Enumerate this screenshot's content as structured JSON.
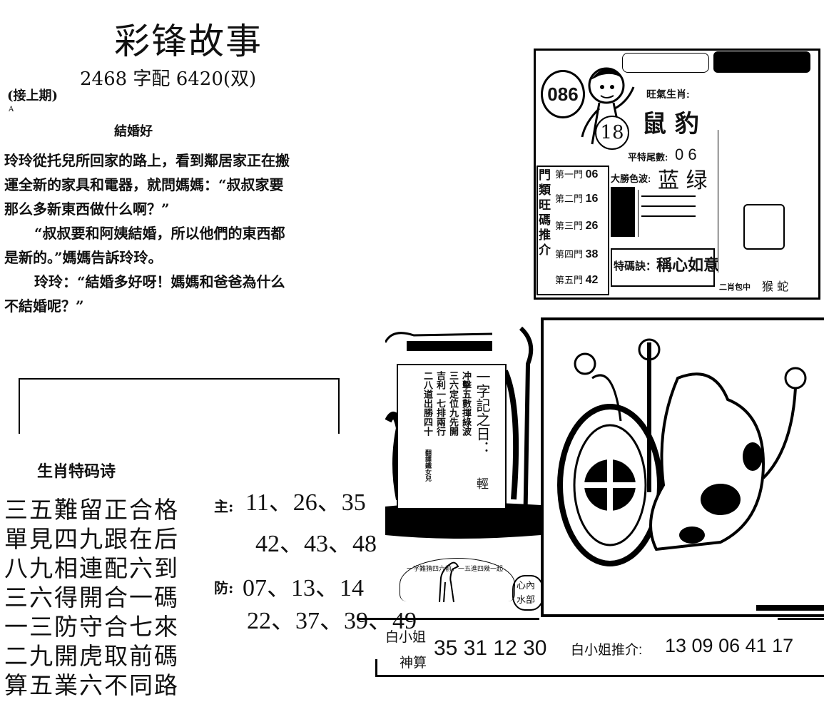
{
  "title": "彩锋故事",
  "subtitle": "2468 字配 6420(双)",
  "continued": "(接上期)",
  "small_mark": "A",
  "story": {
    "heading": "結婚好",
    "paragraphs": [
      "玲玲從托兒所回家的路上，看到鄰居家正在搬運全新的家具和電器，就問媽媽：“叔叔家要那么多新東西做什么啊？”",
      "“叔叔要和阿姨結婚，所以他們的東西都是新的。”媽媽告訴玲玲。",
      "玲玲：“結婚多好呀！媽媽和爸爸為什么不結婚呢？”"
    ]
  },
  "poem": {
    "heading": "生肖特码诗",
    "lines": [
      "三五難留正合格",
      "單見四九跟在后",
      "八九相連配六到",
      "三六得開合一碼",
      "一三防守合七來",
      "二九開虎取前碼",
      "算五業六不同路"
    ]
  },
  "codes": {
    "main_label": "主:",
    "main_row1": "11、26、35",
    "main_row2": "42、43、48",
    "guard_label": "防:",
    "guard_row1": "07、13、14",
    "guard_row2": "22、37、39、49"
  },
  "card": {
    "number": "086",
    "badge_number": "18",
    "wang": "旺氣生肖:",
    "zodiac": "鼠 豹",
    "tail_label": "平特尾數:",
    "tail_value": "0 6",
    "color_label": "大勝色波:",
    "color_value": "蓝 绿",
    "gates_title": "門類旺碼推介",
    "gates": [
      {
        "label": "第一門",
        "value": "06"
      },
      {
        "label": "第二門",
        "value": "16"
      },
      {
        "label": "第三門",
        "value": "26"
      },
      {
        "label": "第四門",
        "value": "38"
      },
      {
        "label": "第五門",
        "value": "42"
      }
    ],
    "secret_label": "特碼訣：",
    "secret_value": "稱心如意",
    "bottom_label": "二肖包中",
    "bottom_value": "猴 蛇"
  },
  "ship": {
    "title": "一字記之日：",
    "cols": [
      "冲擊五數揮綠波",
      "三六定位九先開",
      "吉利一七排兩行",
      "二八道出勝四十"
    ],
    "word": "輕",
    "sig": "翻譯鐵女兒"
  },
  "horse": {
    "caption": "一字難猜四六前，一五進四幾一起",
    "stamp1": "心內",
    "stamp2": "水部"
  },
  "bottom": {
    "left_top": "白小姐",
    "left_bottom": "神算",
    "numbers": "35 31 12 30",
    "right_label": "白小姐推介:",
    "right_numbers": "13 09 06 41 17"
  }
}
